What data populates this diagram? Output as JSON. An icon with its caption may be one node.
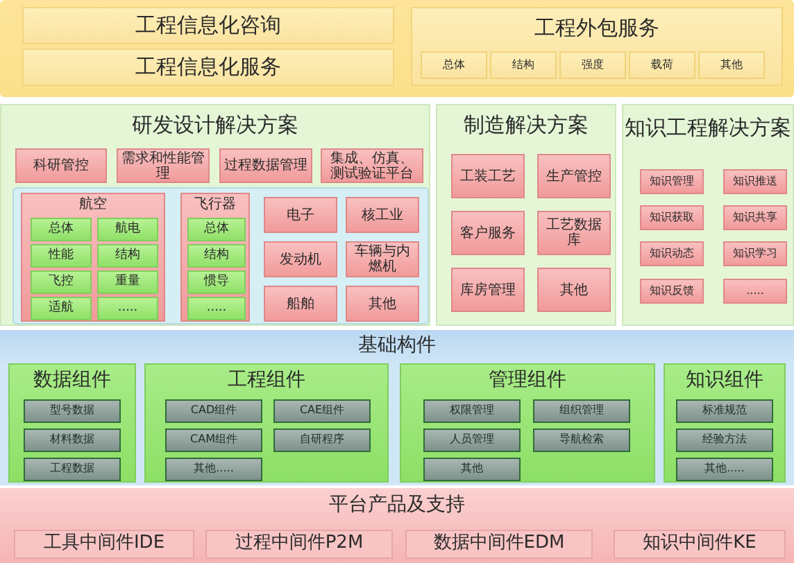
{
  "diagram": {
    "nodes": [
      {
        "text": [],
        "shape": "box"
      },
      {
        "text": [
          "工程信息化咨询"
        ],
        "in": 0
      },
      {
        "text": [
          "工程信息化服务"
        ],
        "in": 0
      },
      {
        "text": [
          "工程外包服务"
        ],
        "in": 0
      },
      {
        "text": [
          "总体"
        ],
        "in": 3
      },
      {
        "text": [
          "结构"
        ],
        "in": 3
      },
      {
        "text": [
          "强度"
        ],
        "in": 3
      },
      {
        "text": [
          "载荷"
        ],
        "in": 3
      },
      {
        "text": [
          "其他"
        ],
        "in": 3
      },
      {
        "text": [
          "研发设计解决方案"
        ]
      },
      {
        "text": [
          "科研管控"
        ],
        "in": 9
      },
      {
        "text": [
          "需求和性能管理"
        ],
        "in": 9
      },
      {
        "text": [
          "过程数据管理"
        ],
        "in": 9
      },
      {
        "text": [
          "集成、仿真、测试验证平台"
        ],
        "in": 9
      },
      {
        "text": [],
        "shape": "box",
        "in": 9
      },
      {
        "text": [
          "航空"
        ],
        "in": 14
      },
      {
        "text": [
          "总体"
        ],
        "in": 15
      },
      {
        "text": [
          "航电"
        ],
        "in": 15
      },
      {
        "text": [
          "性能"
        ],
        "in": 15
      },
      {
        "text": [
          "结构"
        ],
        "in": 15
      },
      {
        "text": [
          "飞控"
        ],
        "in": 15
      },
      {
        "text": [
          "重量"
        ],
        "in": 15
      },
      {
        "text": [
          "适航"
        ],
        "in": 15
      },
      {
        "text": [
          "....."
        ],
        "in": 15
      },
      {
        "text": [
          "飞行器"
        ],
        "in": 14
      },
      {
        "text": [
          "总体"
        ],
        "in": 24
      },
      {
        "text": [
          "结构"
        ],
        "in": 24
      },
      {
        "text": [
          "惯导"
        ],
        "in": 24
      },
      {
        "text": [
          "....."
        ],
        "in": 24
      },
      {
        "text": [
          "电子"
        ],
        "in": 14
      },
      {
        "text": [
          "核工业"
        ],
        "in": 14
      },
      {
        "text": [
          "发动机"
        ],
        "in": 14
      },
      {
        "text": [
          "车辆与内燃机"
        ],
        "in": 14
      },
      {
        "text": [
          "船舶"
        ],
        "in": 14
      },
      {
        "text": [
          "其他"
        ],
        "in": 14
      },
      {
        "text": [
          "制造解决方案"
        ]
      },
      {
        "text": [
          "工装工艺"
        ],
        "in": 35
      },
      {
        "text": [
          "生产管控"
        ],
        "in": 35
      },
      {
        "text": [
          "客户服务"
        ],
        "in": 35
      },
      {
        "text": [
          "工艺数据库"
        ],
        "in": 35
      },
      {
        "text": [
          "库房管理"
        ],
        "in": 35
      },
      {
        "text": [
          "其他"
        ],
        "in": 35
      },
      {
        "text": [
          "知识工程解决方案"
        ]
      },
      {
        "text": [
          "知识管理"
        ],
        "in": 42
      },
      {
        "text": [
          "知识推送"
        ],
        "in": 42
      },
      {
        "text": [
          "知识获取"
        ],
        "in": 42
      },
      {
        "text": [
          "知识共享"
        ],
        "in": 42
      },
      {
        "text": [
          "知识动态"
        ],
        "in": 42
      },
      {
        "text": [
          "知识学习"
        ],
        "in": 42
      },
      {
        "text": [
          "知识反馈"
        ],
        "in": 42
      },
      {
        "text": [
          "....."
        ],
        "in": 42
      },
      {
        "text": [
          "基础构件"
        ]
      },
      {
        "text": [
          "数据组件"
        ],
        "in": 51
      },
      {
        "text": [
          "型号数据"
        ],
        "in": 52
      },
      {
        "text": [
          "材料数据"
        ],
        "in": 52
      },
      {
        "text": [
          "工程数据"
        ],
        "in": 52
      },
      {
        "text": [
          "工程组件"
        ],
        "in": 51
      },
      {
        "text": [
          "CAD组件"
        ],
        "in": 56
      },
      {
        "text": [
          "CAE组件"
        ],
        "in": 56
      },
      {
        "text": [
          "CAM组件"
        ],
        "in": 56
      },
      {
        "text": [
          "自研程序"
        ],
        "in": 56
      },
      {
        "text": [
          "其他....."
        ],
        "in": 56
      },
      {
        "text": [
          "管理组件"
        ],
        "in": 51
      },
      {
        "text": [
          "权限管理"
        ],
        "in": 62
      },
      {
        "text": [
          "组织管理"
        ],
        "in": 62
      },
      {
        "text": [
          "人员管理"
        ],
        "in": 62
      },
      {
        "text": [
          "导航检索"
        ],
        "in": 62
      },
      {
        "text": [
          "其他"
        ],
        "in": 62
      },
      {
        "text": [
          "知识组件"
        ],
        "in": 51
      },
      {
        "text": [
          "标准规范"
        ],
        "in": 68
      },
      {
        "text": [
          "经验方法"
        ],
        "in": 68
      },
      {
        "text": [
          "其他....."
        ],
        "in": 68
      },
      {
        "text": [
          "平台产品及支持"
        ]
      },
      {
        "text": [
          "工具中间件IDE"
        ],
        "in": 72
      },
      {
        "text": [
          "过程中间件P2M"
        ],
        "in": 72
      },
      {
        "text": [
          "数据中间件EDM"
        ],
        "in": 72
      },
      {
        "text": [
          "知识中间件KE"
        ],
        "in": 72
      }
    ]
  }
}
